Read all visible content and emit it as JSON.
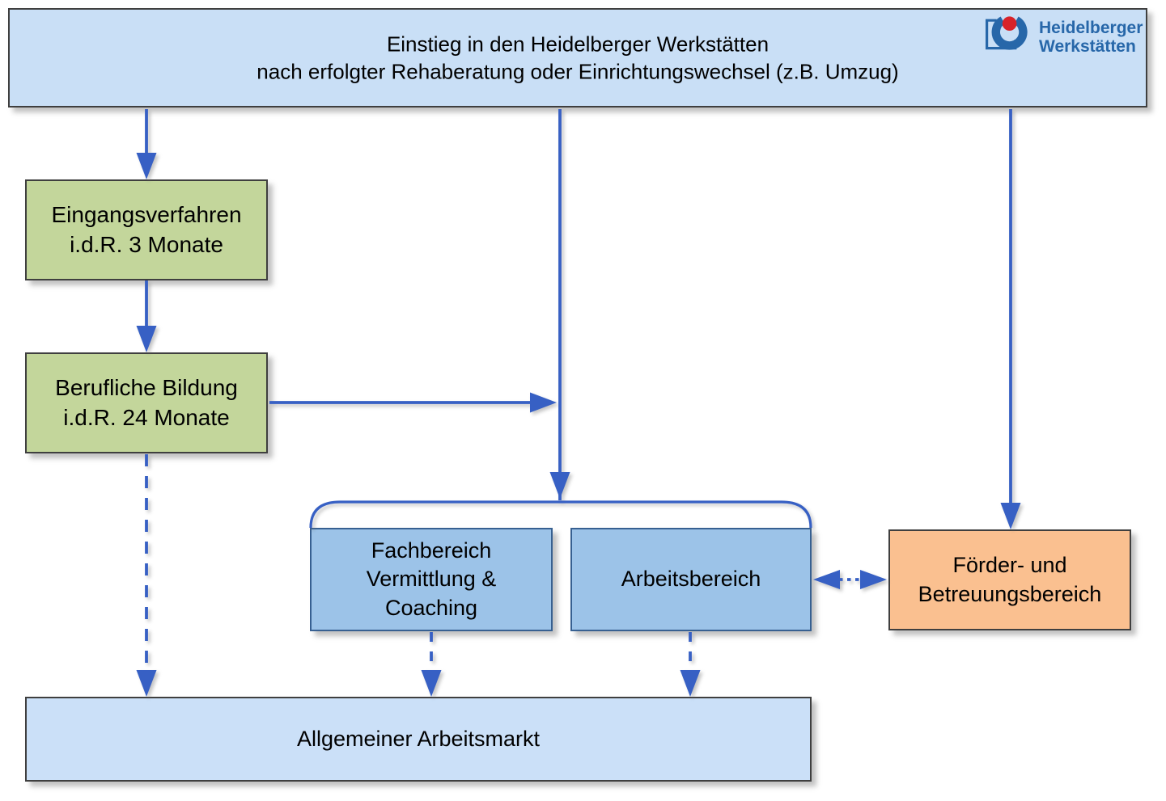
{
  "header": {
    "line1": "Einstieg in den Heidelberger Werkstätten",
    "line2": "nach erfolgter Rehaberatung oder Einrichtungswechsel (z.B. Umzug)"
  },
  "logo": {
    "line1": "Heidelberger",
    "line2": "Werkstätten"
  },
  "nodes": {
    "eingangsverfahren": {
      "line1": "Eingangsverfahren",
      "line2": "i.d.R. 3 Monate"
    },
    "berufliche_bildung": {
      "line1": "Berufliche Bildung",
      "line2": "i.d.R. 24 Monate"
    },
    "fachbereich": {
      "line1": "Fachbereich",
      "line2": "Vermittlung &",
      "line3": "Coaching"
    },
    "arbeitsbereich": {
      "label": "Arbeitsbereich"
    },
    "foerder_betreuung": {
      "line1": "Förder- und",
      "line2": "Betreuungsbereich"
    },
    "arbeitsmarkt": {
      "label": "Allgemeiner Arbeitsmarkt"
    }
  },
  "colors": {
    "header_fill": "#C9DFF6",
    "process_fill": "#C3D69B",
    "area_fill": "#9CC3E8",
    "care_fill": "#FAC090",
    "market_fill": "#CBE0F8",
    "arrow_blue": "#3760C4",
    "box_border": "#3F3F3F",
    "area_border": "#376091",
    "logo_blue": "#2767A9",
    "logo_red": "#D8232A"
  }
}
